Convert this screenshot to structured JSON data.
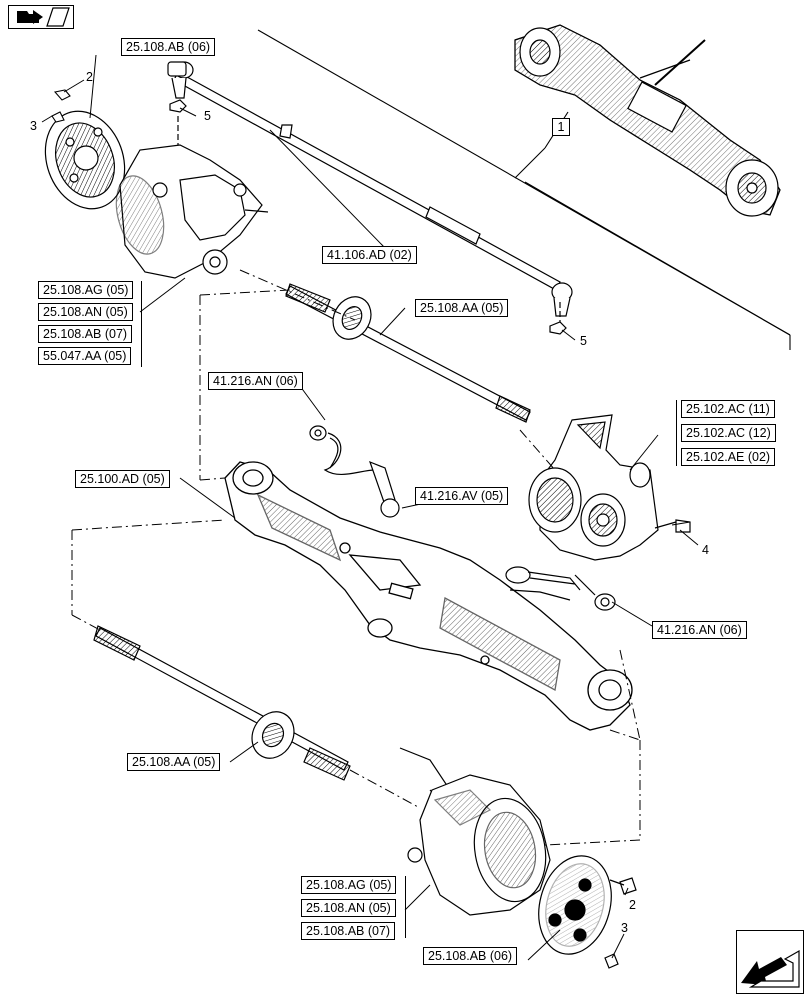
{
  "icons": {
    "top_left": "book-page-icon",
    "bottom_right": "return-arrow-icon"
  },
  "callouts": {
    "item1": "1",
    "item2_top": "2",
    "item3_top": "3",
    "item5_top": "5",
    "item5_mid": "5",
    "item4": "4",
    "item2_bottom": "2",
    "item3_bottom": "3"
  },
  "refs": {
    "r01": "25.108.AB (06)",
    "r02": "41.106.AD (02)",
    "r03": "25.108.AG (05)",
    "r04": "25.108.AN (05)",
    "r05": "25.108.AB (07)",
    "r06": "55.047.AA (05)",
    "r07": "25.108.AA (05)",
    "r08": "41.216.AN (06)",
    "r09": "25.102.AC (11)",
    "r10": "25.102.AC (12)",
    "r11": "25.102.AE (02)",
    "r12": "25.100.AD (05)",
    "r13": "41.216.AV (05)",
    "r14": "41.216.AN (06)",
    "r15": "25.108.AA (05)",
    "r16": "25.108.AG (05)",
    "r17": "25.108.AN (05)",
    "r18": "25.108.AB (07)",
    "r19": "25.108.AB (06)"
  }
}
